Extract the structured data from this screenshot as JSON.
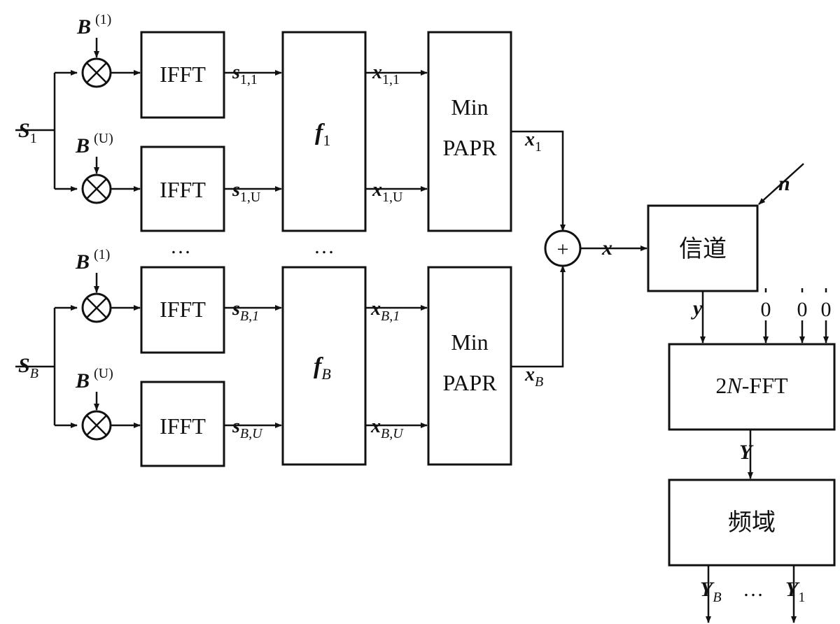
{
  "blocks": {
    "ifft": "IFFT",
    "f1": "f",
    "f1_sub": "1",
    "fB": "f",
    "fB_sub": "B",
    "minpapr_line1": "Min",
    "minpapr_line2": "PAPR",
    "channel": "信道",
    "fft": "2N-FFT",
    "fft_pre": "2",
    "fft_n": "N",
    "fft_post": "-FFT",
    "freq": "频域"
  },
  "signals": {
    "S": "S",
    "S1_sub": "1",
    "SB_sub": "B",
    "B": "B",
    "B_sup1": "(1)",
    "B_supU": "(U)",
    "s": "s",
    "s11_sub": "1,1",
    "s1U_sub": "1,U",
    "sB1_sub": "B,1",
    "sBU_sub": "B,U",
    "x": "x",
    "x11_sub": "1,1",
    "x1U_sub": "1,U",
    "xB1_sub": "B,1",
    "xBU_sub": "B,U",
    "x1_sub": "1",
    "xB_sub": "B",
    "n": "n",
    "y": "y",
    "zero": "0",
    "Y": "Y",
    "YB_sub": "B",
    "Y1_sub": "1",
    "dots": "…",
    "plus": "+"
  }
}
